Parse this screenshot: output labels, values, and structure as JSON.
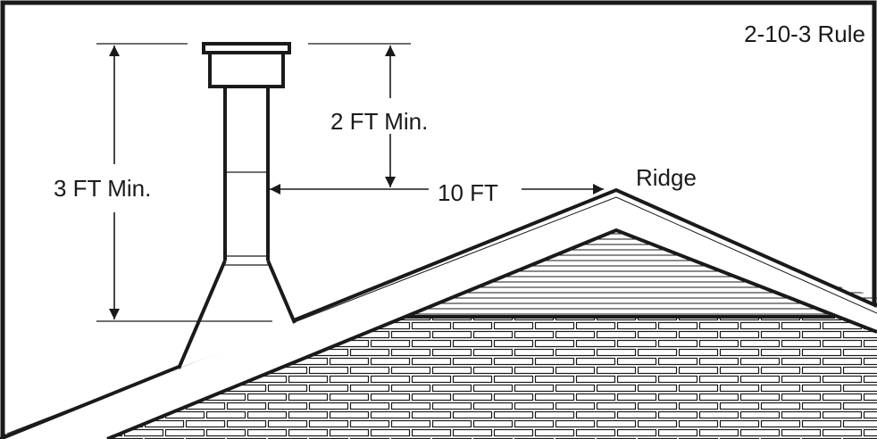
{
  "title": "2-10-3 Rule",
  "labels": {
    "ridge": "Ridge",
    "horizontal_distance": "10 FT",
    "height_above_roof": "3 FT Min.",
    "height_above_ridge": "2 FT Min."
  },
  "colors": {
    "line": "#1a1a1a",
    "background": "#ffffff"
  }
}
